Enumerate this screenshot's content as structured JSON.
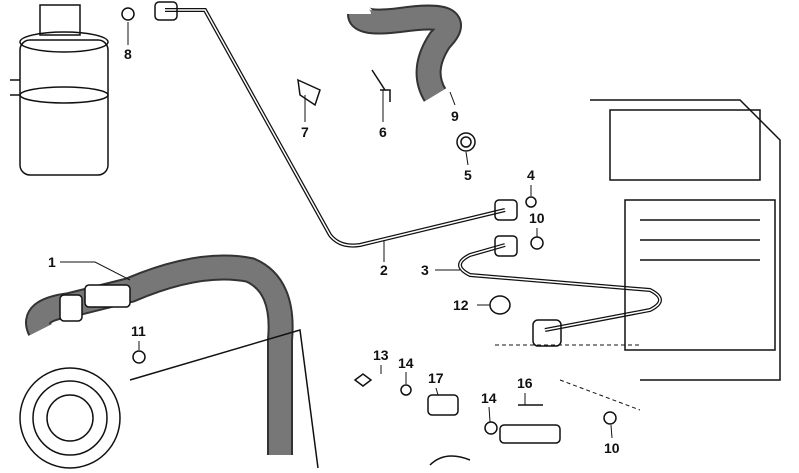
{
  "diagram": {
    "ink_color": "#111111",
    "callouts": [
      {
        "id": "c8",
        "text": "8"
      },
      {
        "id": "c7",
        "text": "7"
      },
      {
        "id": "c6",
        "text": "6"
      },
      {
        "id": "c9",
        "text": "9"
      },
      {
        "id": "c5",
        "text": "5"
      },
      {
        "id": "c4",
        "text": "4"
      },
      {
        "id": "c10a",
        "text": "10"
      },
      {
        "id": "c1",
        "text": "1"
      },
      {
        "id": "c2",
        "text": "2"
      },
      {
        "id": "c3",
        "text": "3"
      },
      {
        "id": "c12",
        "text": "12"
      },
      {
        "id": "c11",
        "text": "11"
      },
      {
        "id": "c13",
        "text": "13"
      },
      {
        "id": "c14a",
        "text": "14"
      },
      {
        "id": "c17",
        "text": "17"
      },
      {
        "id": "c16",
        "text": "16"
      },
      {
        "id": "c14b",
        "text": "14"
      },
      {
        "id": "c10b",
        "text": "10"
      }
    ]
  }
}
